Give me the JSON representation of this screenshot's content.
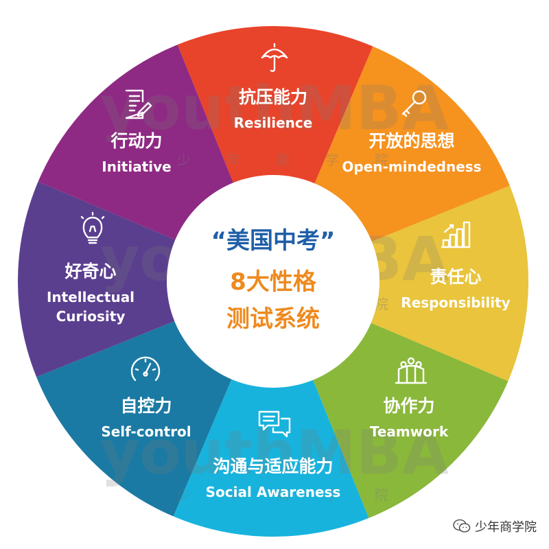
{
  "center": {
    "line1": "“美国中考”",
    "line2": "8大性格",
    "line3": "测试系统"
  },
  "segments": [
    {
      "id": "resilience",
      "zh": "抗压能力",
      "en": [
        "Resilience"
      ],
      "color": "#e8442b",
      "icon": "umbrella-icon"
    },
    {
      "id": "open-mindedness",
      "zh": "开放的思想",
      "en": [
        "Open-mindedness"
      ],
      "color": "#f6921e",
      "icon": "key-icon"
    },
    {
      "id": "responsibility",
      "zh": "责任心",
      "en": [
        "Responsibility"
      ],
      "color": "#e9c43c",
      "icon": "bar-steps-icon"
    },
    {
      "id": "teamwork",
      "zh": "协作力",
      "en": [
        "Teamwork"
      ],
      "color": "#8ab83b",
      "icon": "team-icon"
    },
    {
      "id": "social-awareness",
      "zh": "沟通与适应能力",
      "en": [
        "Social Awareness"
      ],
      "color": "#17b3dd",
      "icon": "chat-bubbles-icon"
    },
    {
      "id": "self-control",
      "zh": "自控力",
      "en": [
        "Self-control"
      ],
      "color": "#1b7aa3",
      "icon": "gauge-icon"
    },
    {
      "id": "intellectual-curiosity",
      "zh": "好奇心",
      "en": [
        "Intellectual",
        "Curiosity"
      ],
      "color": "#5b3f8f",
      "icon": "lightbulb-icon"
    },
    {
      "id": "initiative",
      "zh": "行动力",
      "en": [
        "Initiative"
      ],
      "color": "#8e2a83",
      "icon": "document-pen-icon"
    }
  ],
  "watermark": {
    "text": "youthMBA",
    "sub": [
      "少",
      "年",
      "商",
      "学",
      "院"
    ]
  },
  "brand": {
    "text": "少年商学院",
    "icon": "wechat-icon"
  }
}
